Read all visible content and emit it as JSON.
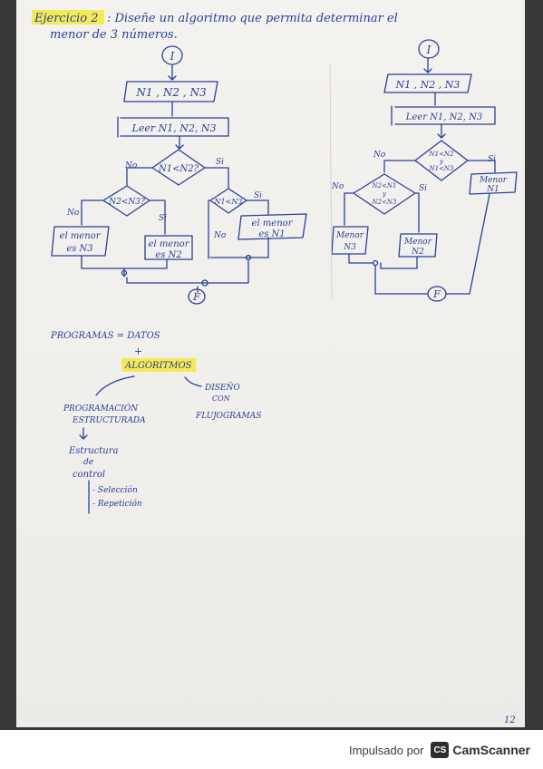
{
  "header": {
    "title": "Ejercicio 2",
    "line1": ": Diseñe un algoritmo que permita determinar el",
    "line2": "menor de 3 números."
  },
  "left_flow": {
    "start": "I",
    "input": "N1 , N2 , N3",
    "read": "Leer N1, N2, N3",
    "decision_main": "N1<N2?",
    "no_label": "No",
    "yes_label": "Si",
    "decision_inner_left": "N2<N3?",
    "decision_inner_right": "N1<N3",
    "no_inner": "No",
    "yes_inner": "Si",
    "out_n3_line1": "el menor",
    "out_n3_line2": "es N3",
    "out_n2_line1": "el menor",
    "out_n2_line2": "es N2",
    "out_n1_line1": "el menor",
    "out_n1_line2": "es N1",
    "no_right": "No",
    "yes_right": "Si",
    "end": "F"
  },
  "right_flow": {
    "start": "I",
    "input": "N1 , N2 , N3",
    "read": "Leer N1, N2, N3",
    "decision_main_line1": "N1<N2",
    "decision_main_line2": "y",
    "decision_main_line3": "N1<N3",
    "no_label": "No",
    "yes_label": "Si",
    "decision_inner_line1": "N2<N1",
    "decision_inner_line2": "y",
    "decision_inner_line3": "N2<N3",
    "no_inner": "No",
    "yes_inner": "Si",
    "out_n1_line1": "Menor",
    "out_n1_line2": "N1",
    "out_n3_line1": "Menor",
    "out_n3_line2": "N3",
    "out_n2_line1": "Menor",
    "out_n2_line2": "N2",
    "end": "F"
  },
  "notes": {
    "programs": "PROGRAMAS = DATOS",
    "plus": "+",
    "algorithms": "ALGORITMOS",
    "structured": "PROGRAMACIÓN",
    "structured2": "ESTRUCTURADA",
    "design": "DISEÑO",
    "with": "CON",
    "flowcharts": "FLUJOGRAMAS",
    "control1": "Estructura",
    "control2": "de",
    "control3": "control",
    "selection": "- Selección",
    "repetition": "- Repetición"
  },
  "page_number": "12",
  "footer": {
    "powered": "Impulsado por",
    "brand_icon": "CS",
    "brand_name": "CamScanner"
  },
  "colors": {
    "ink": "#2a3f9a",
    "highlight": "#f2ea3b",
    "paper": "#f2f0ec",
    "background": "#3a3836"
  }
}
